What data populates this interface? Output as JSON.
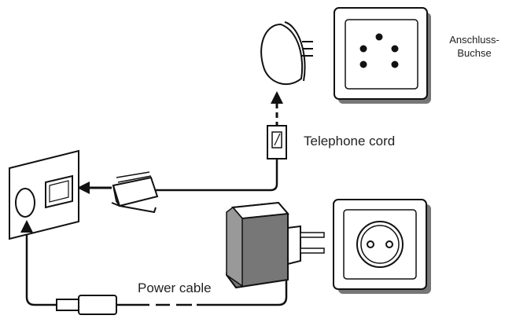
{
  "labels": {
    "anschluss_line1": "Anschluss-",
    "anschluss_line2": "Buchse",
    "telephone_cord": "Telephone cord",
    "power_cable": "Power cable"
  },
  "colors": {
    "line": "#111111",
    "plate_shade": "#666666",
    "background": "#ffffff"
  }
}
